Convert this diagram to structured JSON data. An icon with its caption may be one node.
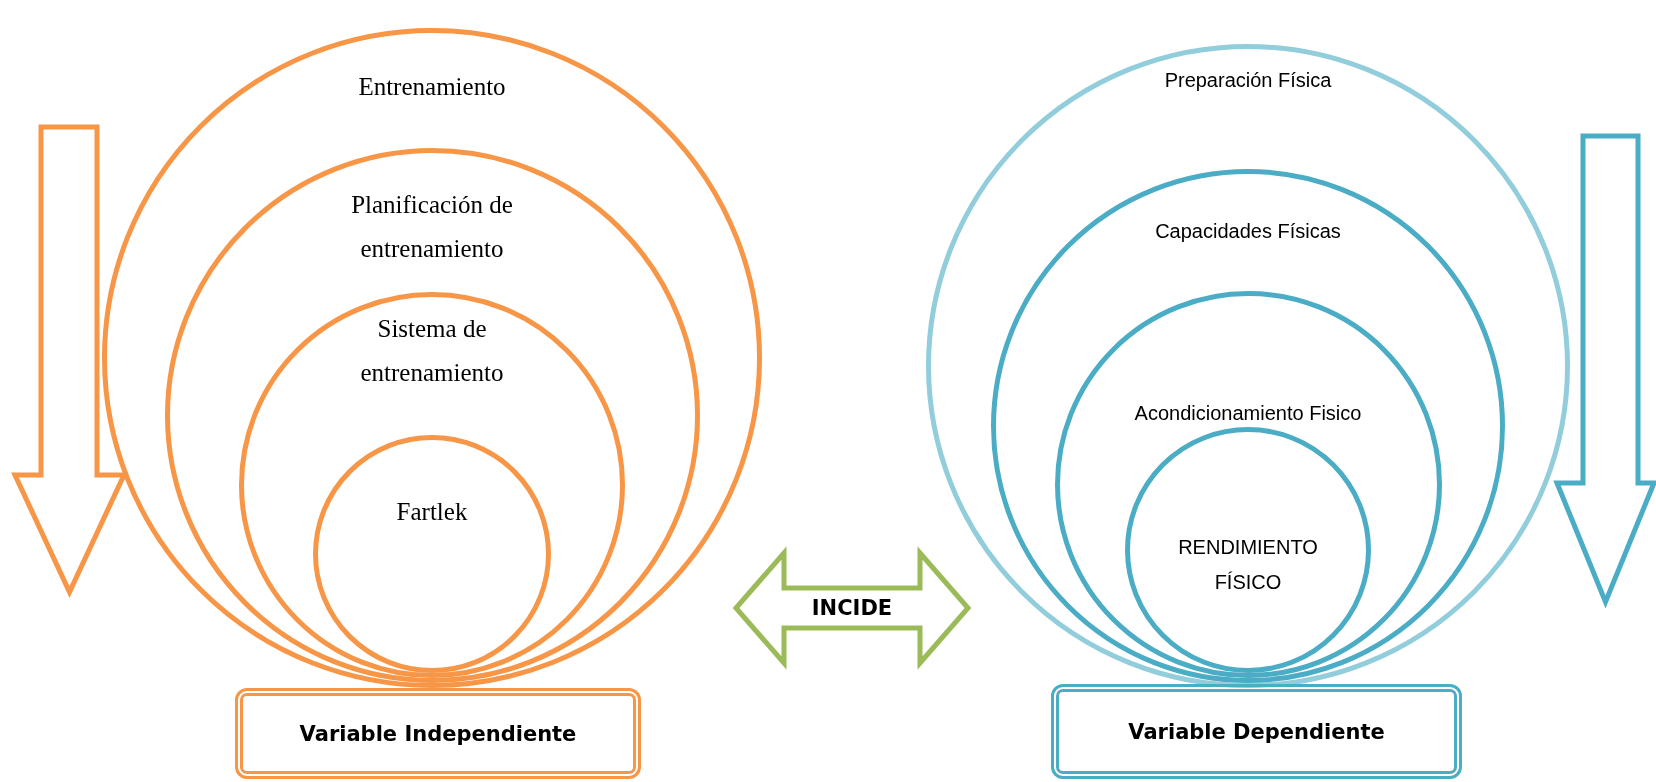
{
  "diagram": {
    "nodes": [
      {
        "text": [
          "Entrenamiento"
        ]
      },
      {
        "text": [
          "Planificación de entrenamiento"
        ],
        "in": 0
      },
      {
        "text": [
          "Sistema de entrenamiento"
        ],
        "in": 1
      },
      {
        "text": [
          "Fartlek"
        ],
        "in": 2
      },
      {
        "text": [
          "Variable Independiente"
        ]
      },
      {
        "text": [
          "Preparación Física"
        ]
      },
      {
        "text": [
          "Capacidades Físicas"
        ],
        "in": 5
      },
      {
        "text": [
          "Acondicionamiento Fisico"
        ],
        "in": 6
      },
      {
        "text": [
          "RENDIMIENTO FÍSICO"
        ],
        "in": 7
      },
      {
        "text": [
          "Variable Dependiente"
        ]
      }
    ],
    "edges": [
      {
        "from": 0,
        "to": 5,
        "arrow": "both",
        "label": "INCIDE"
      }
    ]
  }
}
